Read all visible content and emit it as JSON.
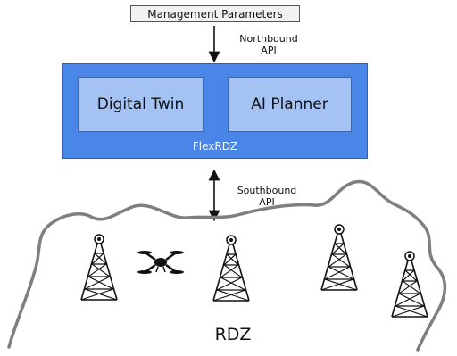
{
  "management": {
    "label": "Management Parameters"
  },
  "northbound": {
    "line1": "Northbound",
    "line2": "API"
  },
  "flexrdz": {
    "label": "FlexRDZ",
    "modules": [
      {
        "label": "Digital Twin"
      },
      {
        "label": "AI Planner"
      }
    ]
  },
  "southbound": {
    "line1": "Southbound",
    "line2": "API"
  },
  "rdz": {
    "label": "RDZ"
  },
  "icons": [
    "cell-tower-icon",
    "drone-icon"
  ],
  "colors": {
    "flexrdz_fill": "#4a86e8",
    "module_fill": "#a4c2f4",
    "outline": "#7f7f7f"
  }
}
